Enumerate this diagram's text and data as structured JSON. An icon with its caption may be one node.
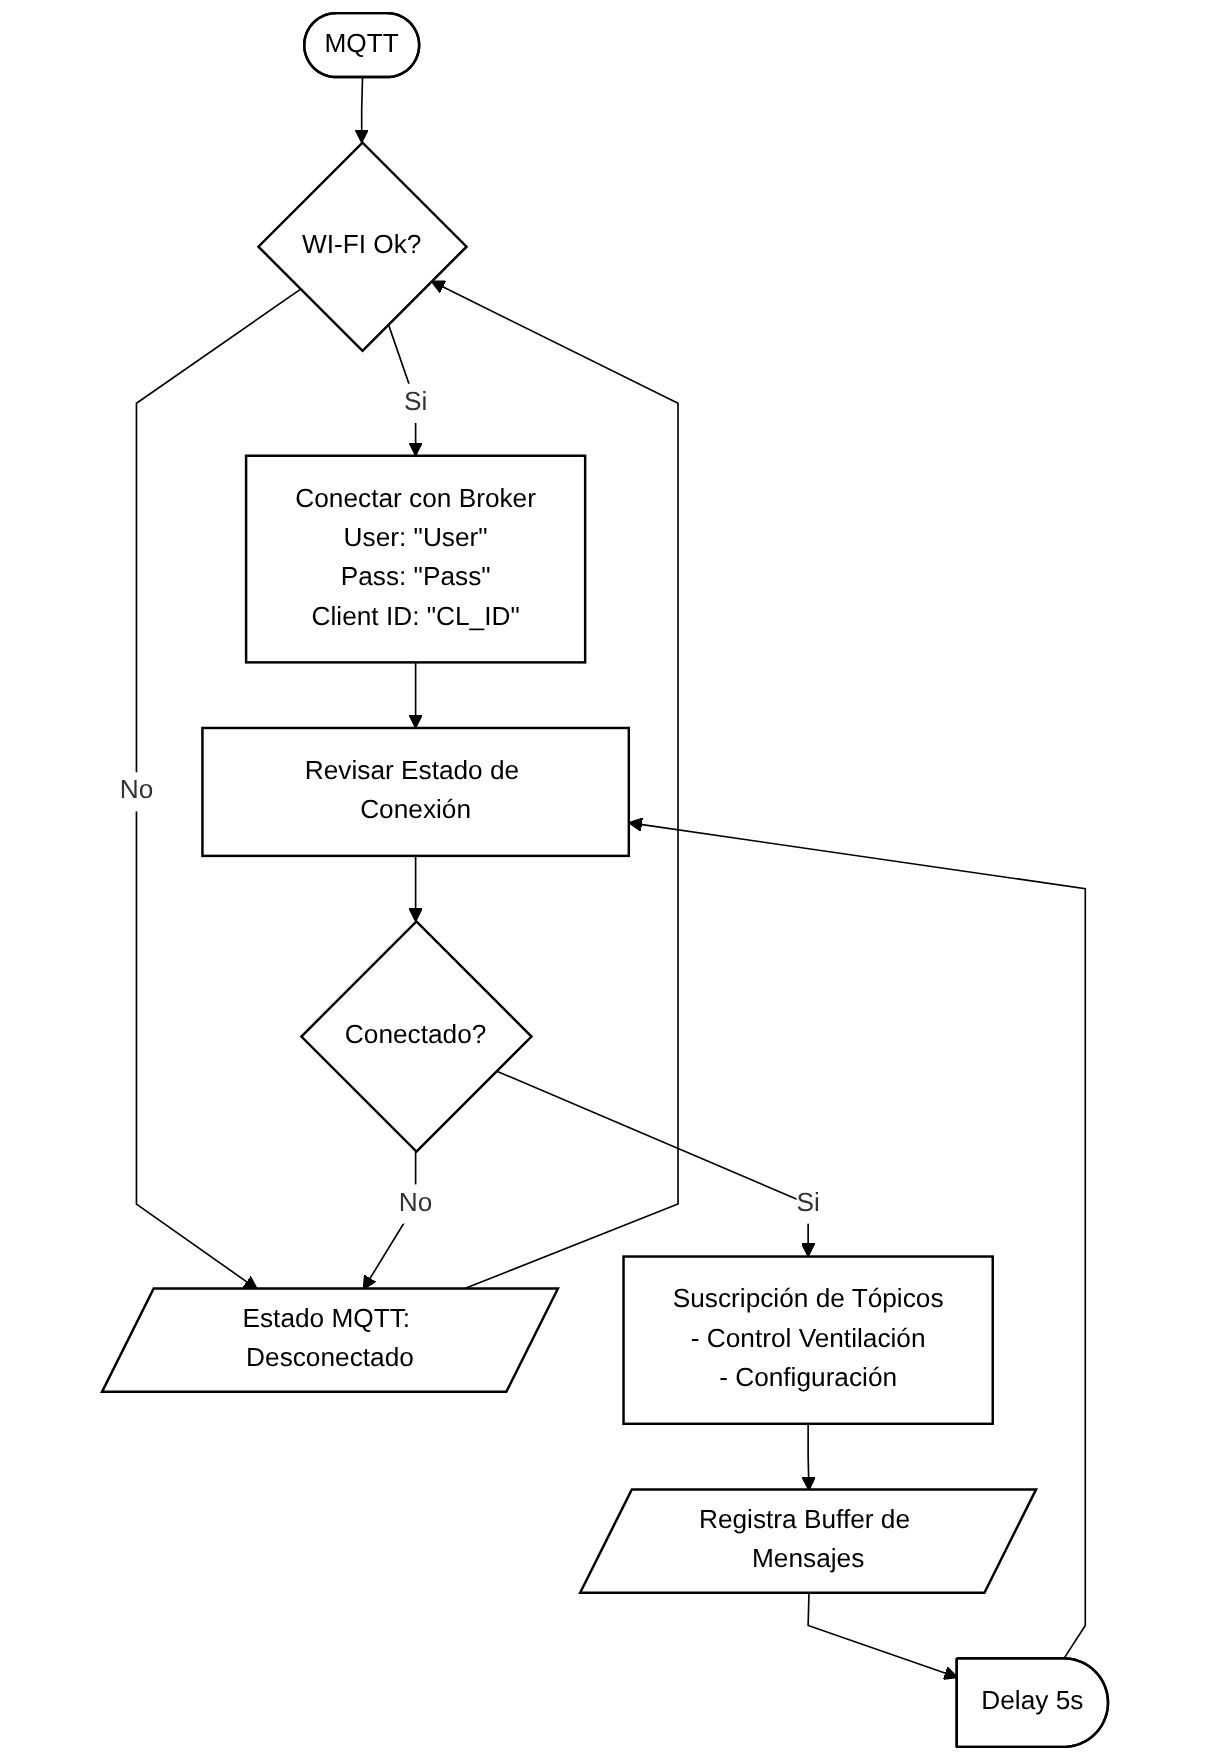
{
  "diagram": {
    "nodes": [
      {
        "text": [
          "MQTT"
        ]
      },
      {
        "text": [
          "WI-FI Ok?"
        ]
      },
      {
        "text": [
          "Estado MQTT: Desconectado"
        ]
      },
      {
        "text": [
          "Conectar con Broker",
          "User: \"User\"",
          "Pass: \"Pass\"",
          "Client ID: \"CL_ID\""
        ]
      },
      {
        "text": [
          "Revisar Estado de Conexión"
        ]
      },
      {
        "text": [
          "Conectado?"
        ]
      },
      {
        "text": [
          "Delay 5s"
        ]
      },
      {
        "text": [
          "Suscripción de Tópicos",
          "- Control Ventilación",
          "- Configuración"
        ]
      },
      {
        "text": [
          "Registra Buffer de Mensajes"
        ]
      }
    ],
    "edges": [
      {
        "from": 0,
        "to": 1,
        "arrow": "to"
      },
      {
        "from": 1,
        "to": 2,
        "label": "No",
        "arrow": "to"
      },
      {
        "from": 1,
        "to": 3,
        "label": "Si",
        "arrow": "to"
      },
      {
        "from": 2,
        "to": 1,
        "arrow": "to"
      },
      {
        "from": 3,
        "to": 4,
        "arrow": "to"
      },
      {
        "from": 4,
        "to": 5,
        "arrow": "to"
      },
      {
        "from": 5,
        "to": 2,
        "label": "No",
        "arrow": "to"
      },
      {
        "from": 5,
        "to": 7,
        "label": "Si",
        "arrow": "to"
      },
      {
        "from": 7,
        "to": 8,
        "arrow": "to"
      },
      {
        "from": 8,
        "to": 6,
        "arrow": "to"
      },
      {
        "from": 6,
        "to": 4,
        "arrow": "to"
      }
    ]
  }
}
